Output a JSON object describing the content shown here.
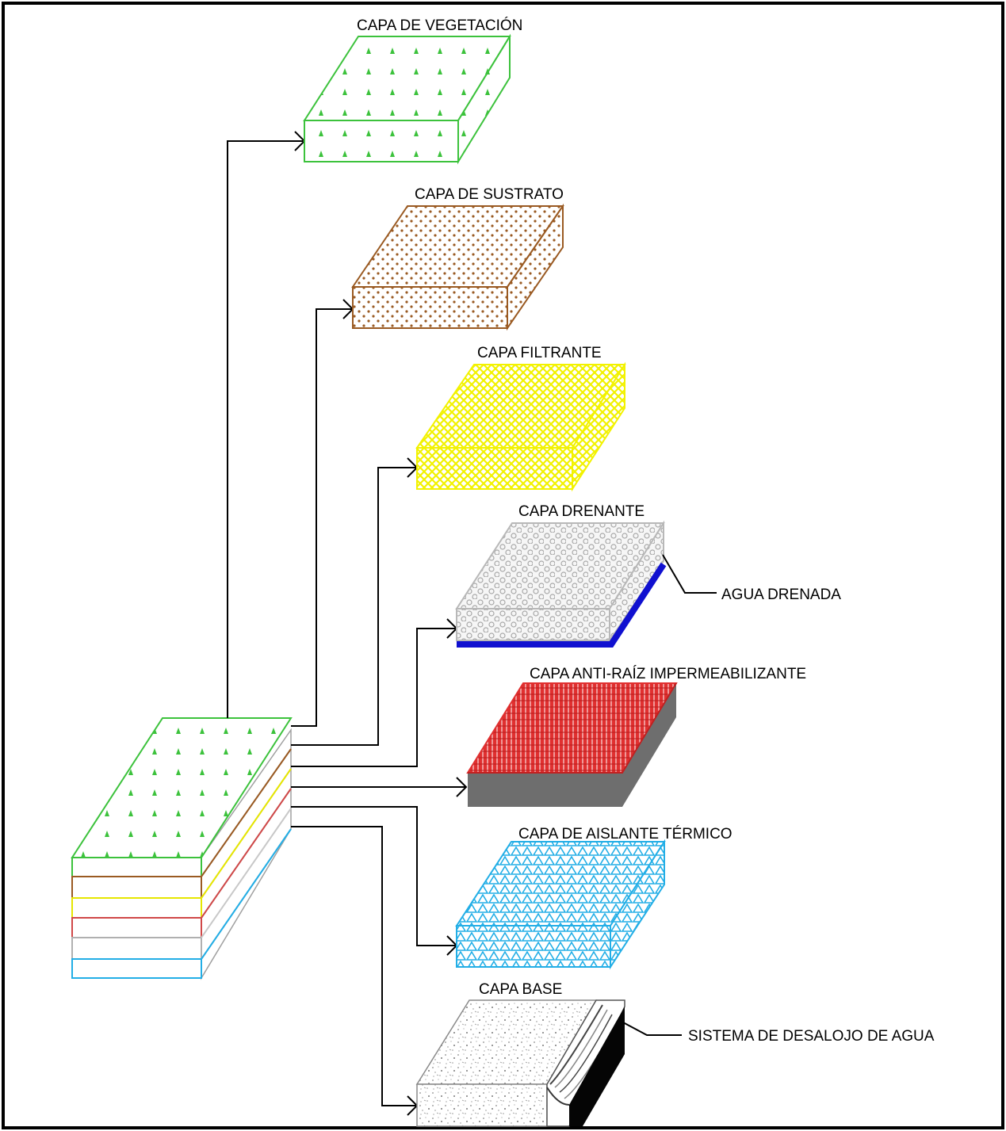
{
  "layers": [
    {
      "id": "vegetation",
      "label": "CAPA DE VEGETACIÓN",
      "color": "#3cc23c"
    },
    {
      "id": "substrate",
      "label": "CAPA DE SUSTRATO",
      "color": "#9a5a22"
    },
    {
      "id": "filter",
      "label": "CAPA FILTRANTE",
      "color": "#f2f200"
    },
    {
      "id": "drainage",
      "label": "CAPA DRENANTE",
      "color": "#b8b8b8",
      "accent": "#1010d0"
    },
    {
      "id": "root_barrier",
      "label": "CAPA ANTI-RAÍZ IMPERMEABILIZANTE",
      "color": "#e03030",
      "side": "#6e6e6e"
    },
    {
      "id": "insulation",
      "label": "CAPA DE AISLANTE TÉRMICO",
      "color": "#22aee6"
    },
    {
      "id": "base",
      "label": "CAPA BASE",
      "color": "#9a9a9a"
    }
  ],
  "callouts": {
    "drained_water": "AGUA DRENADA",
    "drain_system": "SISTEMA DE DESALOJO DE AGUA"
  }
}
